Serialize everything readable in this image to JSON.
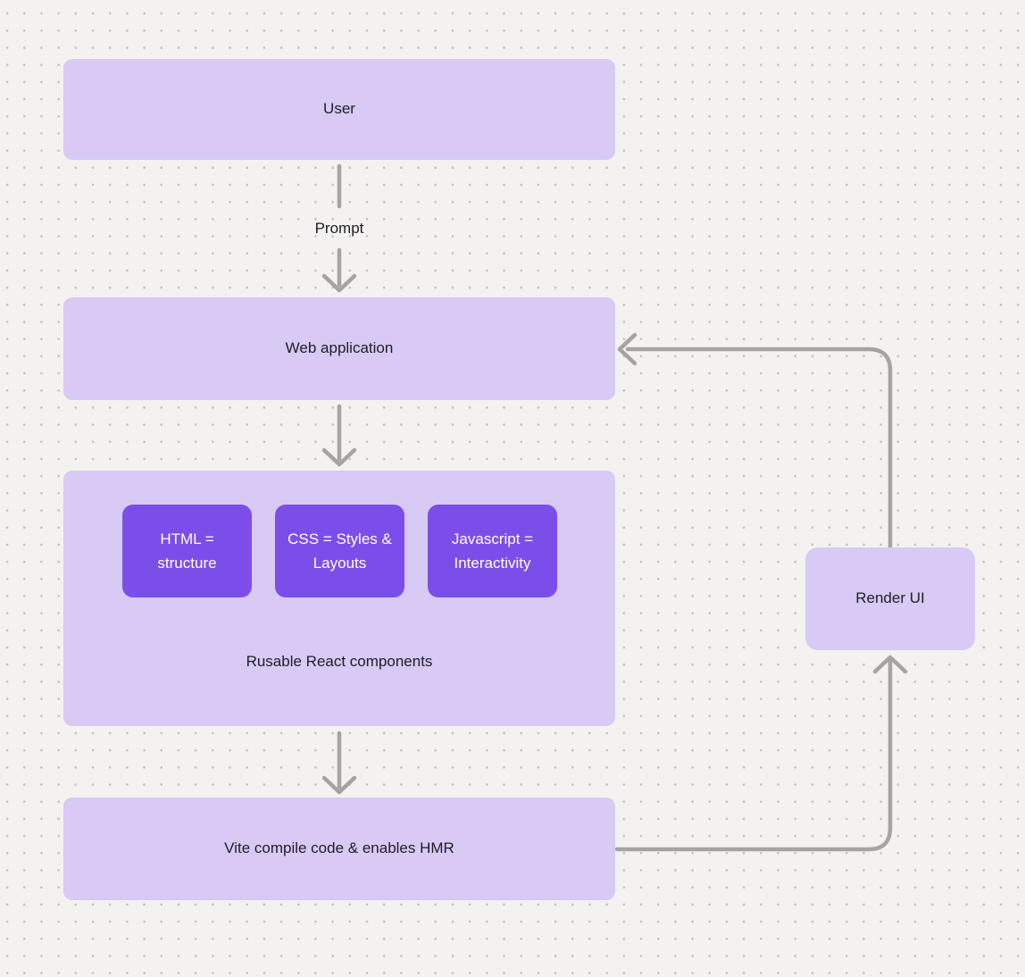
{
  "diagram": {
    "nodes": {
      "user": {
        "label": "User"
      },
      "web_application": {
        "label": "Web application"
      },
      "components_group": {
        "label": "Rusable React components",
        "children": [
          {
            "label": "HTML = structure"
          },
          {
            "label": "CSS = Styles & Layouts"
          },
          {
            "label": "Javascript = Interactivity"
          }
        ]
      },
      "vite": {
        "label": "Vite compile code & enables HMR"
      },
      "render_ui": {
        "label": "Render UI"
      }
    },
    "edges": [
      {
        "from": "user",
        "to": "web_application",
        "label": "Prompt"
      },
      {
        "from": "web_application",
        "to": "components_group",
        "label": ""
      },
      {
        "from": "components_group",
        "to": "vite",
        "label": ""
      },
      {
        "from": "vite",
        "to": "render_ui",
        "label": ""
      },
      {
        "from": "render_ui",
        "to": "web_application",
        "label": ""
      }
    ],
    "colors": {
      "background": "#f3f2f1",
      "dot_grid": "#c3c0be",
      "node_fill": "#d8c9f5",
      "chip_fill": "#7c4ee9",
      "arrow": "#a6a4a2",
      "text_dark": "#1f1e24",
      "text_light": "#ffffff"
    }
  }
}
